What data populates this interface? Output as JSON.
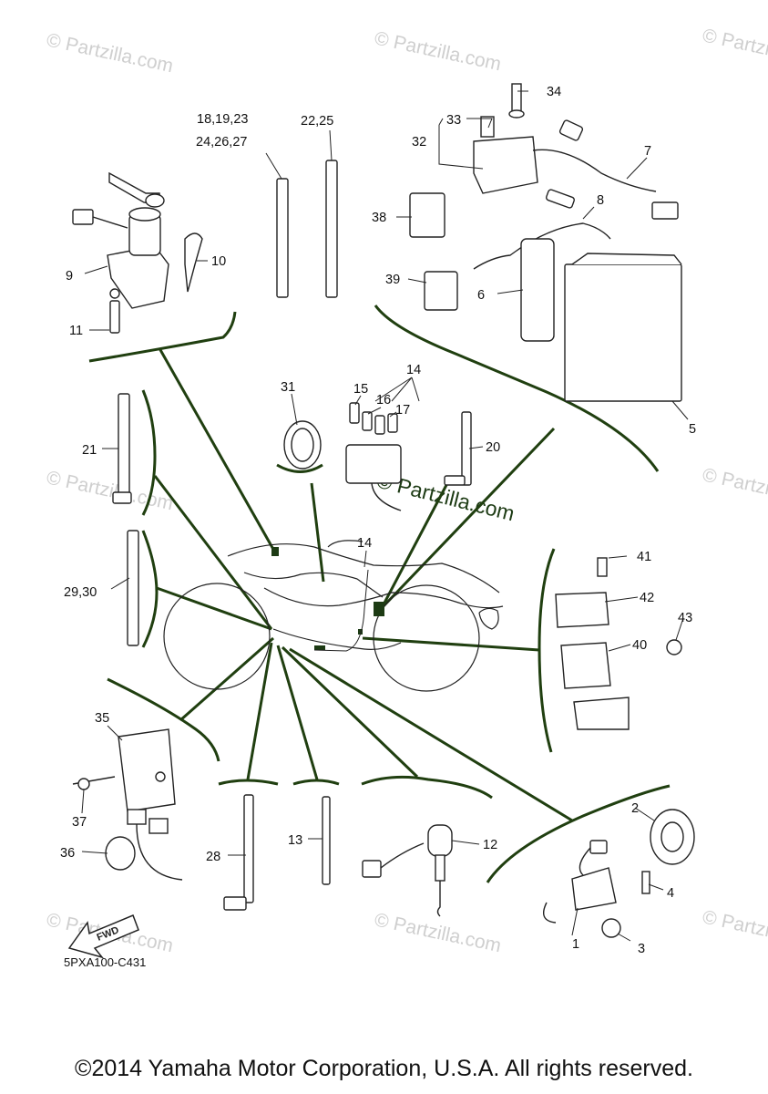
{
  "watermarks": {
    "site": "© Partzilla.com",
    "center": "© Partzilla.com"
  },
  "diagram_code": "5PXA100-C431",
  "fwd_label": "FWD",
  "copyright": "©2014 Yamaha Motor Corporation, U.S.A. All rights reserved.",
  "callouts": {
    "c1": "1",
    "c2": "2",
    "c3": "3",
    "c4": "4",
    "c5": "5",
    "c6": "6",
    "c7": "7",
    "c8": "8",
    "c9": "9",
    "c10": "10",
    "c11": "11",
    "c12": "12",
    "c13": "13",
    "c14a": "14",
    "c14b": "14",
    "c15": "15",
    "c16": "16",
    "c17": "17",
    "c18a": "18,19,23",
    "c18b": "24,26,27",
    "c20": "20",
    "c21": "21",
    "c22": "22,25",
    "c28": "28",
    "c29": "29,30",
    "c31": "31",
    "c32": "32",
    "c33": "33",
    "c34": "34",
    "c35": "35",
    "c36": "36",
    "c37": "37",
    "c38": "38",
    "c39": "39",
    "c40": "40",
    "c41": "41",
    "c42": "42",
    "c43": "43"
  }
}
